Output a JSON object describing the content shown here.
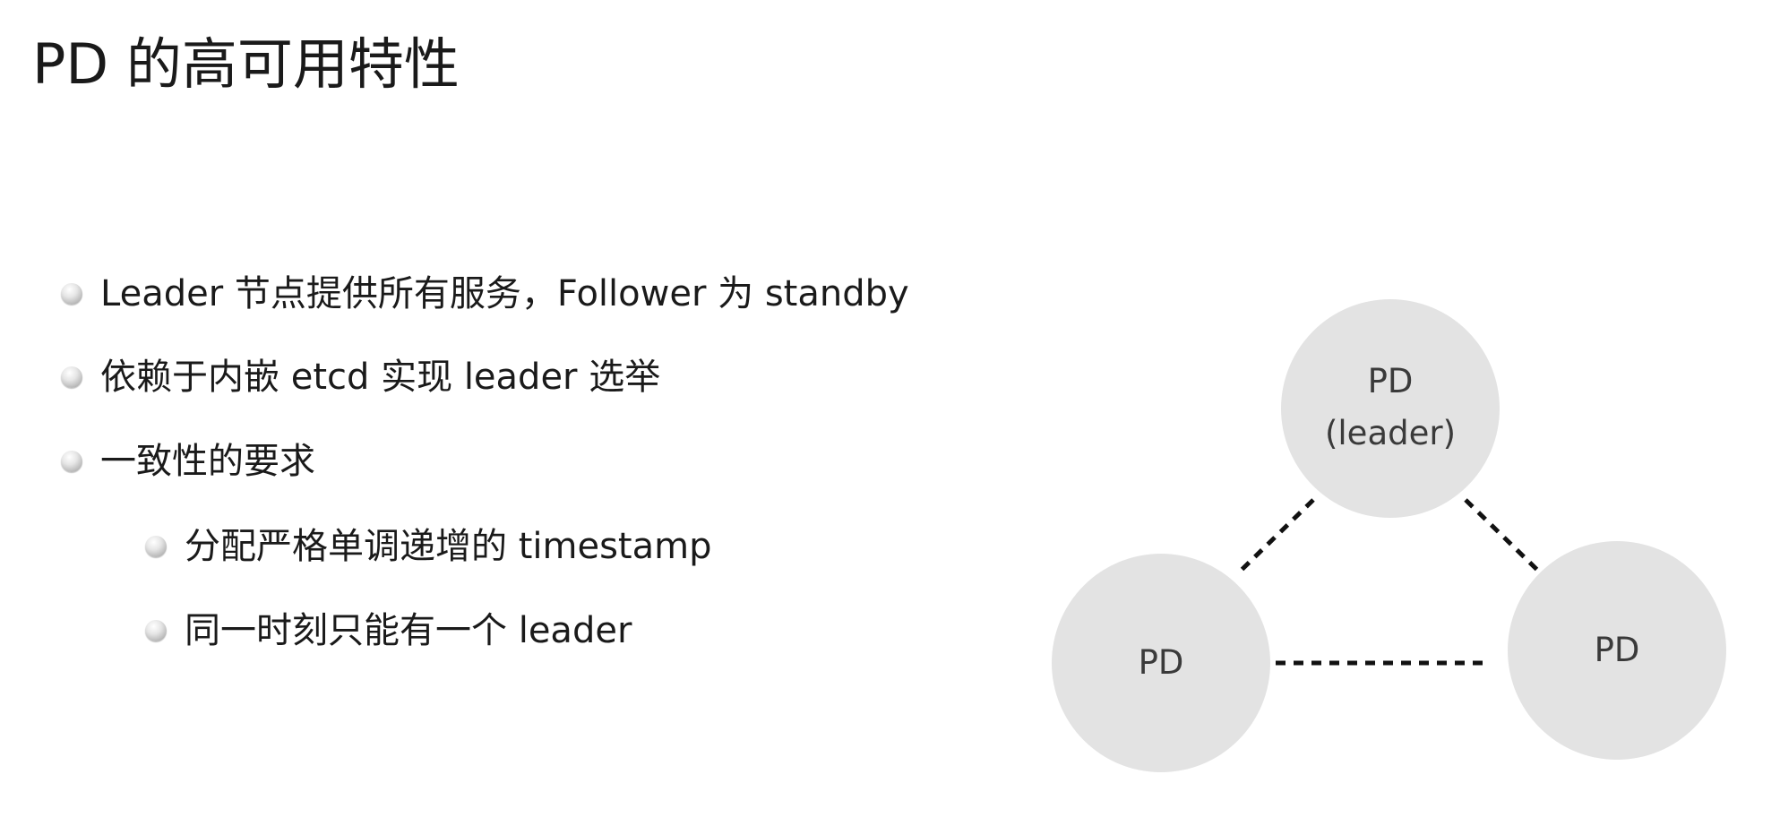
{
  "slide": {
    "title": "PD 的高可用特性"
  },
  "bullets": [
    {
      "text": "Leader 节点提供所有服务，Follower 为 standby",
      "level": 1
    },
    {
      "text": "依赖于内嵌 etcd 实现 leader 选举",
      "level": 1
    },
    {
      "text": "一致性的要求",
      "level": 1
    },
    {
      "text": "分配严格单调递增的 timestamp",
      "level": 2
    },
    {
      "text": "同一时刻只能有一个 leader",
      "level": 2
    }
  ],
  "diagram": {
    "nodes": {
      "leader": {
        "label": "PD",
        "sublabel": "(leader)"
      },
      "left": {
        "label": "PD"
      },
      "right": {
        "label": "PD"
      }
    },
    "links": [
      {
        "from": "leader",
        "to": "left",
        "style": "dashed"
      },
      {
        "from": "leader",
        "to": "right",
        "style": "dashed"
      },
      {
        "from": "left",
        "to": "right",
        "style": "dashed"
      }
    ],
    "colors": {
      "node_fill": "#e3e3e3",
      "link": "#111111",
      "node_text": "#3a3a3a"
    }
  }
}
